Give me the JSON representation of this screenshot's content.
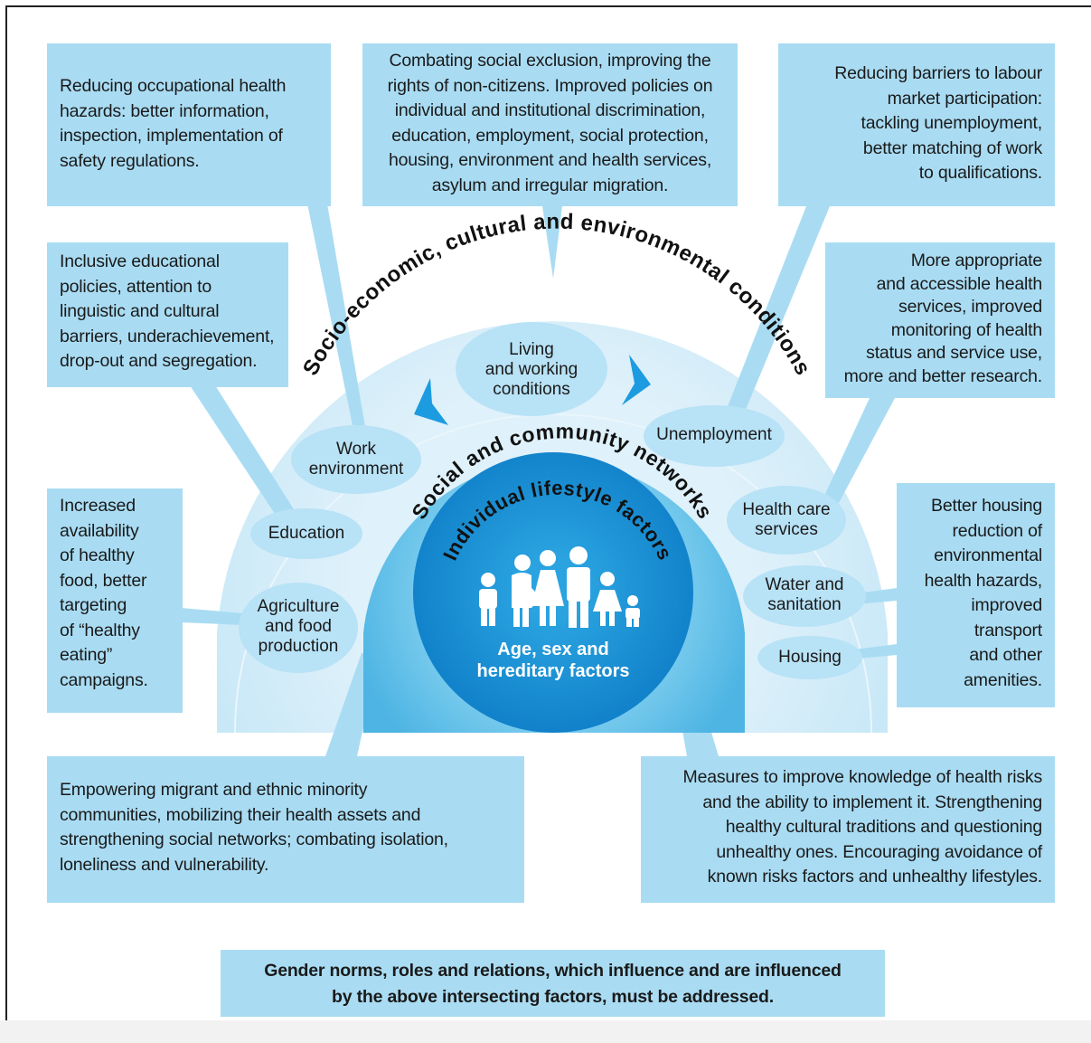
{
  "boxes": {
    "occupational": "Reducing occupational health\nhazards: better information,\ninspection, implementation of\nsafety regulations.",
    "social_exclusion": "Combating social exclusion, improving the\nrights of non-citizens. Improved policies on\nindividual and institutional discrimination,\neducation, employment, social protection,\nhousing, environment and health services,\nasylum and irregular migration.",
    "labour": "Reducing barriers to labour\nmarket participation:\ntackling unemployment,\nbetter matching of work\nto qualifications.",
    "education_policy": "Inclusive educational\npolicies, attention to\nlinguistic and cultural\nbarriers, underachievement,\ndrop-out and segregation.",
    "health_services": "More appropriate\nand accessible health\nservices, improved\nmonitoring of health\nstatus and service use,\nmore and better research.",
    "food": "Increased\navailability\nof healthy\nfood, better\ntargeting\nof “healthy\neating”\ncampaigns.",
    "housing": "Better housing\nreduction of\nenvironmental\nhealth hazards,\nimproved\ntransport\nand other\namenities.",
    "empowering": "Empowering migrant and ethnic minority\ncommunities, mobilizing their health assets and\nstrengthening social networks; combating isolation,\nloneliness and vulnerability.",
    "knowledge": "Measures to improve knowledge of health risks\nand the ability to implement it. Strengthening\nhealthy cultural traditions and questioning\nunhealthy ones. Encouraging avoidance of\nknown risks factors and unhealthy lifestyles.",
    "gender": "Gender norms, roles and relations, which influence and are influenced\nby the above intersecting factors, must be addressed."
  },
  "arcs": {
    "outer": "Socio-economic, cultural and environmental conditions",
    "middle": "Social and community networks",
    "inner": "Individual lifestyle factors"
  },
  "ovals": {
    "living": "Living\nand working\nconditions",
    "work": "Work\nenvironment",
    "unemployment": "Unemployment",
    "education": "Education",
    "health_care": "Health care\nservices",
    "agriculture": "Agriculture\nand food\nproduction",
    "water": "Water and\nsanitation",
    "housing": "Housing"
  },
  "core": "Age, sex and\nhereditary factors",
  "icons": [
    "boy-icon",
    "pregnant-woman-icon",
    "woman-icon",
    "man-icon",
    "girl-icon",
    "baby-icon"
  ],
  "colors": {
    "box": "#a9dcf3",
    "outer_band": "#d6eef9",
    "oval": "#b8e2f6",
    "middle_band": "#5fbde6",
    "core": "#1a8ed2",
    "arrow": "#1d9be0"
  }
}
